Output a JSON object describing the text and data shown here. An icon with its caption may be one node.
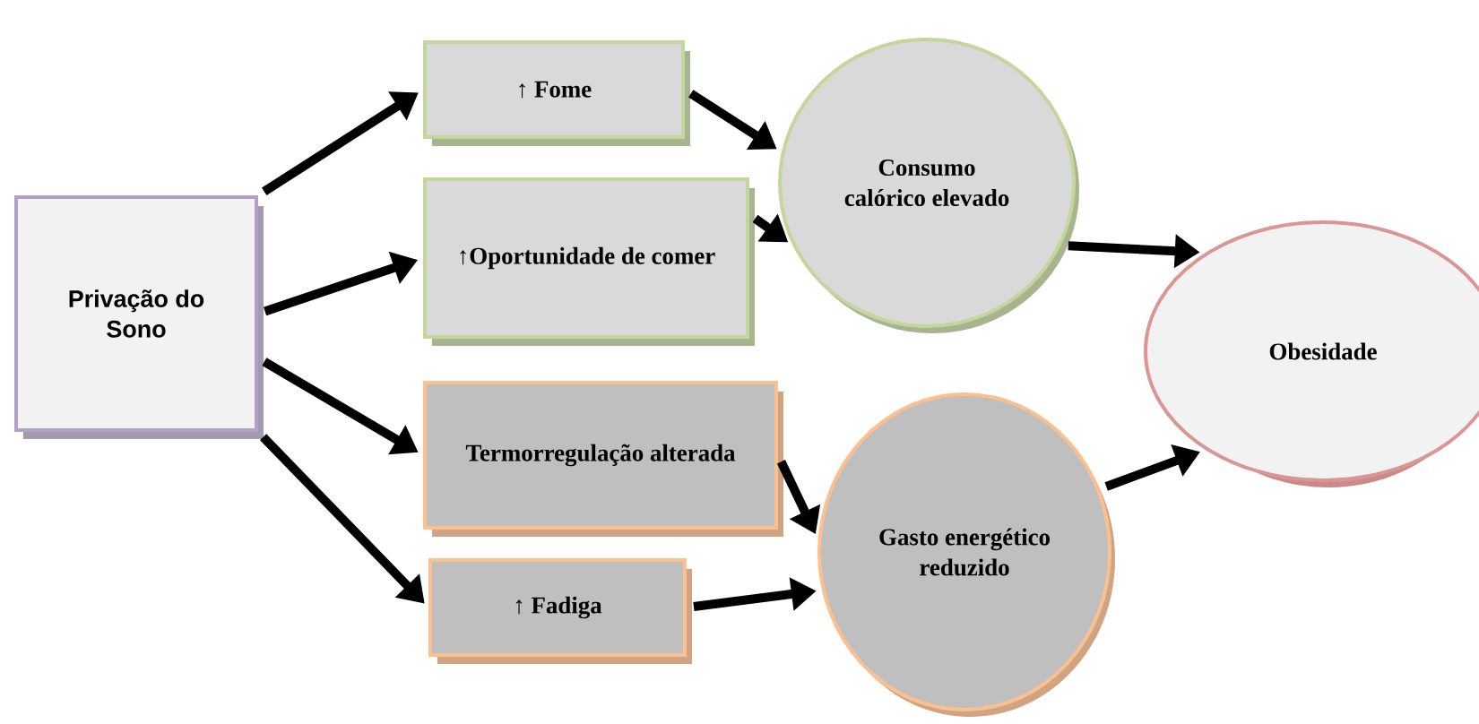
{
  "diagram": {
    "nodes": [
      {
        "text": [
          "Privação do Sono"
        ]
      },
      {
        "text": [
          "↑ Fome"
        ]
      },
      {
        "text": [
          "↑Oportunidade de comer"
        ]
      },
      {
        "text": [
          "Termorregulação alterada"
        ]
      },
      {
        "text": [
          "↑ Fadiga"
        ]
      },
      {
        "text": [
          "Consumo calórico elevado"
        ]
      },
      {
        "text": [
          "Gasto energético reduzido"
        ]
      },
      {
        "text": [
          "Obesidade"
        ]
      }
    ],
    "edges": [
      {
        "from": 0,
        "to": 1,
        "arrow": "to"
      },
      {
        "from": 0,
        "to": 2,
        "arrow": "to"
      },
      {
        "from": 0,
        "to": 3,
        "arrow": "to"
      },
      {
        "from": 0,
        "to": 4,
        "arrow": "to"
      },
      {
        "from": 1,
        "to": 5,
        "arrow": "to"
      },
      {
        "from": 2,
        "to": 5,
        "arrow": "to"
      },
      {
        "from": 3,
        "to": 6,
        "arrow": "to"
      },
      {
        "from": 4,
        "to": 6,
        "arrow": "to"
      },
      {
        "from": 5,
        "to": 7,
        "arrow": "to"
      },
      {
        "from": 6,
        "to": 7,
        "arrow": "to"
      }
    ]
  }
}
